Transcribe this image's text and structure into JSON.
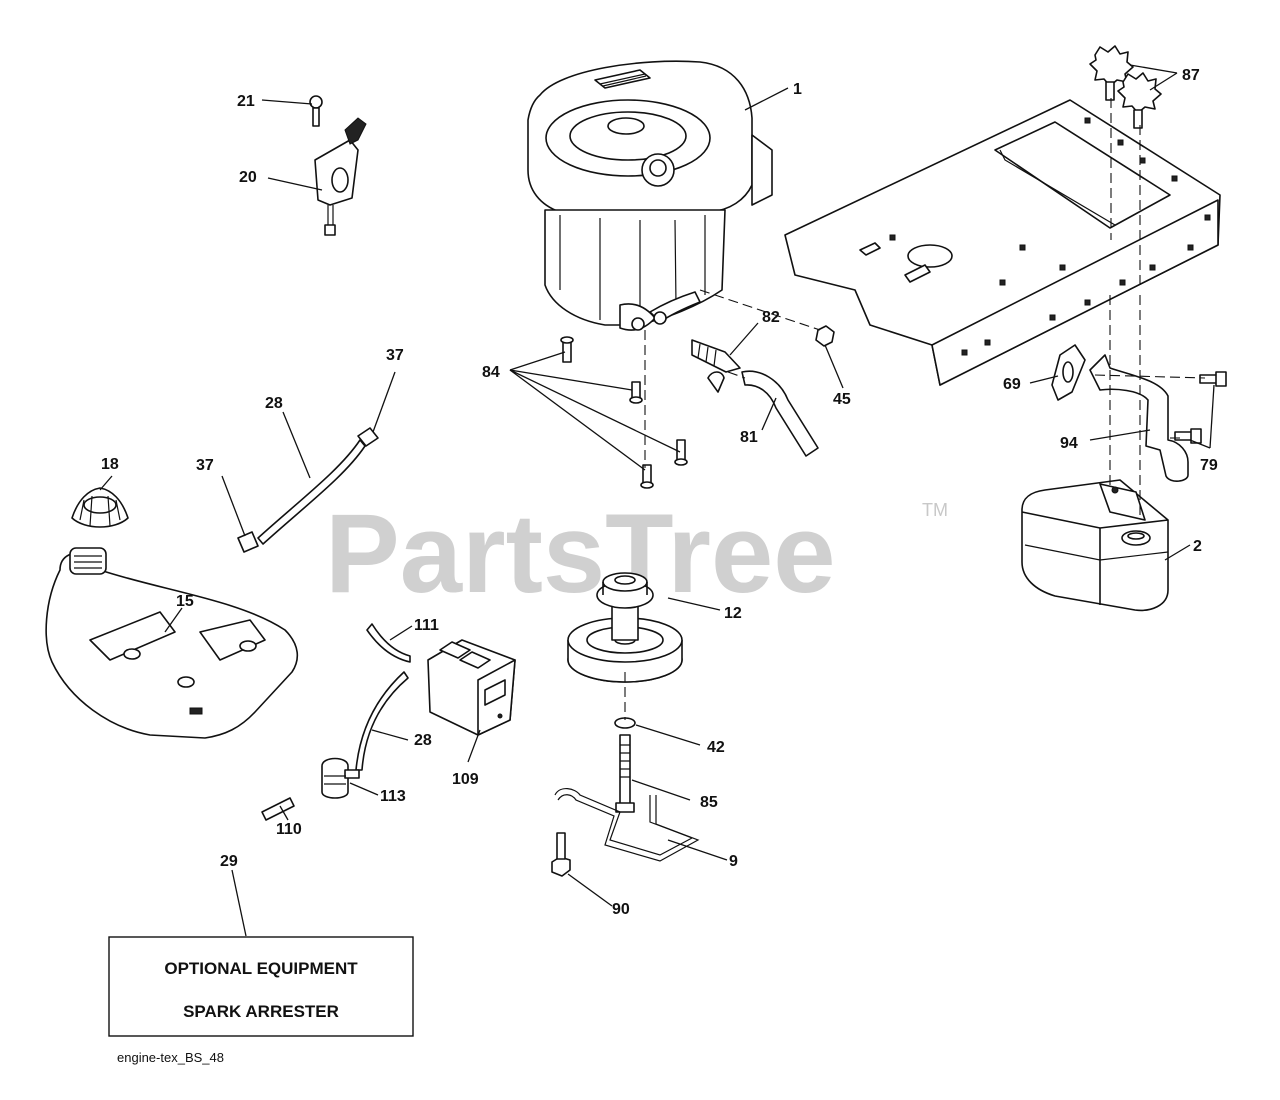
{
  "watermark": {
    "text": "PartsTree",
    "tm": "TM"
  },
  "callouts": {
    "c1": "1",
    "c2": "2",
    "c9": "9",
    "c12": "12",
    "c15": "15",
    "c18": "18",
    "c20": "20",
    "c21": "21",
    "c28a": "28",
    "c28b": "28",
    "c29": "29",
    "c37a": "37",
    "c37b": "37",
    "c42": "42",
    "c45": "45",
    "c69": "69",
    "c79": "79",
    "c81": "81",
    "c82": "82",
    "c84": "84",
    "c85": "85",
    "c87": "87",
    "c90": "90",
    "c94": "94",
    "c109": "109",
    "c110": "110",
    "c111": "111",
    "c113": "113"
  },
  "optional_box": {
    "line1": "OPTIONAL EQUIPMENT",
    "line2": "SPARK ARRESTER"
  },
  "footer_code": "engine-tex_BS_48"
}
